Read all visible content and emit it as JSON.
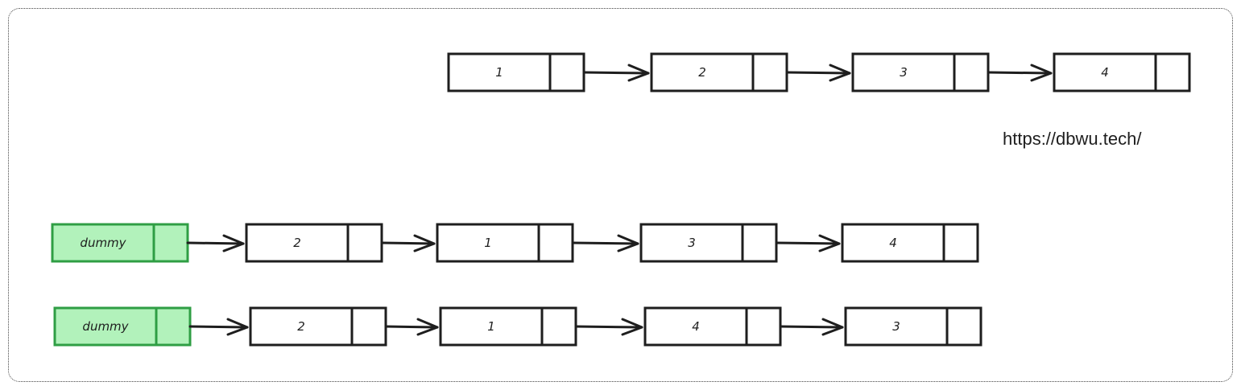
{
  "watermark": "https://dbwu.tech/",
  "colors": {
    "dummy_fill": "#b2f2bb",
    "dummy_stroke": "#2f9e44",
    "stroke": "#1e1e1e"
  },
  "lists": [
    {
      "nodes": [
        {
          "label": "1"
        },
        {
          "label": "2"
        },
        {
          "label": "3"
        },
        {
          "label": "4"
        }
      ]
    },
    {
      "nodes": [
        {
          "label": "dummy",
          "dummy": true
        },
        {
          "label": "2"
        },
        {
          "label": "1"
        },
        {
          "label": "3"
        },
        {
          "label": "4"
        }
      ]
    },
    {
      "nodes": [
        {
          "label": "dummy",
          "dummy": true
        },
        {
          "label": "2"
        },
        {
          "label": "1"
        },
        {
          "label": "4"
        },
        {
          "label": "3"
        }
      ]
    }
  ]
}
